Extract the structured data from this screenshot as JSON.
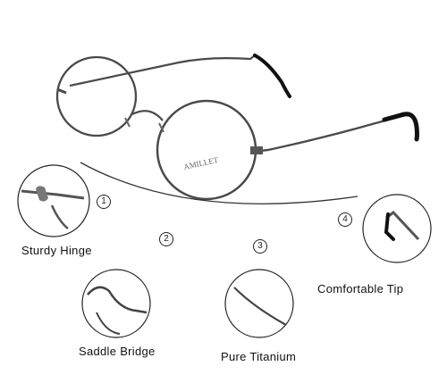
{
  "brand": {
    "frame_text": "AMILLET"
  },
  "features": [
    {
      "number": "①",
      "label": "Sturdy Hinge"
    },
    {
      "number": "②",
      "label": "Saddle Bridge"
    },
    {
      "number": "③",
      "label": "Pure Titanium"
    },
    {
      "number": "④",
      "label": "Comfortable Tip"
    }
  ],
  "colors": {
    "frame": "#4a4a4a",
    "temple_tip": "#111111",
    "arc": "#333333"
  }
}
